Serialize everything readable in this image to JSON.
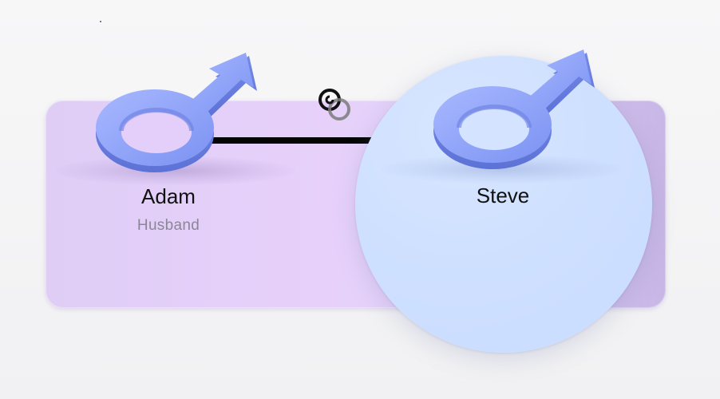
{
  "persons": [
    {
      "name": "Adam",
      "role": "Husband",
      "gender_icon": "male-symbol-icon"
    },
    {
      "name": "Steve",
      "gender_icon": "male-symbol-icon"
    }
  ],
  "relationship": {
    "icon": "interlocked-rings-icon"
  },
  "colors": {
    "card": "#e5d2fa",
    "circle": "#cfe0ff",
    "male_symbol": "#8fa5ff",
    "line": "#050505",
    "role_text": "#8c8597"
  }
}
